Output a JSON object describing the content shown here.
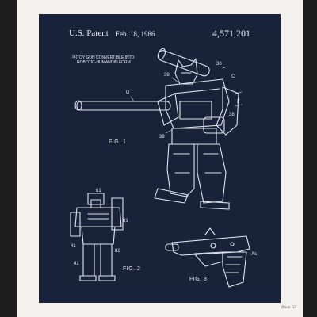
{
  "patent": {
    "label": "U.S. Patent",
    "date": "Feb. 18, 1986",
    "number": "4,571,201",
    "code": "[54]",
    "title_line1": "TOY GUN CONVERTIBLE INTO",
    "title_line2": "ROBOTIC-HUMANOID FORM"
  },
  "figures": {
    "fig1": "FIG. 1",
    "fig2": "FIG. 2",
    "fig3": "FIG. 3"
  },
  "labels": {
    "l38a": "38",
    "l38b": "38",
    "l38c": "38",
    "lC": "C",
    "lD": "D",
    "lF": "F",
    "l39": "39",
    "l61": "61",
    "l41a": "41",
    "l41b": "41",
    "l81": "81",
    "l82": "82",
    "lAs": "As"
  },
  "signature": "Brian Gil"
}
